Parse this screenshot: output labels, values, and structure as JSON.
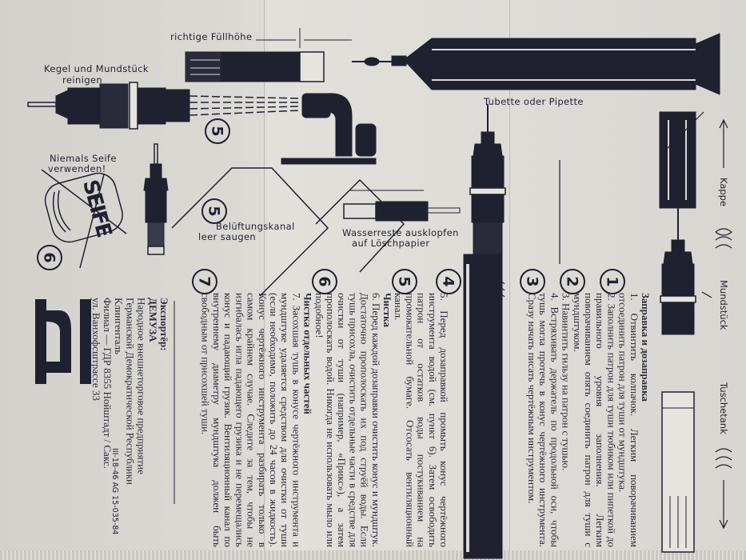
{
  "labels": {
    "fill_height": "richtige Füllhöhe",
    "clean_line1": "Kegel und Mundstück",
    "clean_line2": "reinigen",
    "tube": "Tubette oder Pipette",
    "no_soap_line1": "Niemals Seife",
    "no_soap_line2": "verwenden!",
    "soap": "SEIFE",
    "vent_line1": "Belüftungskanal",
    "vent_line2": "leer saugen",
    "water_line1": "Wasserreste ausklopfen",
    "water_line2": "auf Löschpapier",
    "cap": "Kappe",
    "mouthpiece": "Mundstück",
    "ink_tank": "Tuschetank"
  },
  "steps": [
    "5",
    "5",
    "6",
    "7",
    "6",
    "5",
    "4",
    "3",
    "2",
    "1"
  ],
  "section_refill": {
    "heading": "Заправка и дозаправка",
    "items": [
      "1. Отвинтить колпачок. Легким поворачиванием отсоединить патрон для туши от мундштука.",
      "2. Заполнить патрон для туши тюбиком или пипеткой до правильного уровня заполнения. Легким поворачиванием опять соединить патрон для туши с мундштуком.",
      "3. Навинтить гильзу на патрон с тушью.",
      "4. Встряхивать держатель по продольной оси, чтобы тушь могла протечь в конус чертёжного инструмента. Сразу начать писать чертёжным инструментом."
    ]
  },
  "section_clean": {
    "item5": "5. Перед дозаправкой промыть конус чертёжного инструмента водой (см. пункт 6). Затем освободить патрон от остатков воды постукиванием на промокательной бумаге. Отсосать вентиляционный канал.",
    "heading_clean": "Чистка",
    "item6": "6. Перед каждой дозаправки очистить конус и мундштук. Достаточно прополоскать их под струёй воды. Если тушь присохла, очистить отдельные части в средстве для очистки от туши (например, «Прикс»), а затем прополоскать водой. Никогда не использовать мыло или подобное!",
    "heading_parts": "Чистка отдельных частей",
    "item7": "7. Засохшая тушь в конусе чертёжного инструмента и мундштуке удаляется средством для очистки от туши (если необходимо, положить до 24 часов в жидкость). Конус чертёжного инструмента разбирать только в самом крайнем случае. Следите за тем, чтобы не изгибалась игла падающего грузика и не перемещались конус и падающий грузик. Вентиляционный канал по внутреннему диаметру мундштука должен быть свободным от присохшей туши."
  },
  "exporter": {
    "label": "Экспортёр:",
    "name": "ДЕМУЗА",
    "line1": "Народное внешнеторговое предприятие",
    "line2": "Германской Демократической Республики",
    "line3": "Клингенталь",
    "line4": "Филиал — ГДР 8355 Нойштадт / Сакс.",
    "line5": "ул. Ванхофсштрассе 33"
  },
  "logo_letter": "m",
  "print_code": "III-18-46 AG 15-035-84",
  "colors": {
    "ink": "#1f2030",
    "paper": "#dcdad5"
  }
}
